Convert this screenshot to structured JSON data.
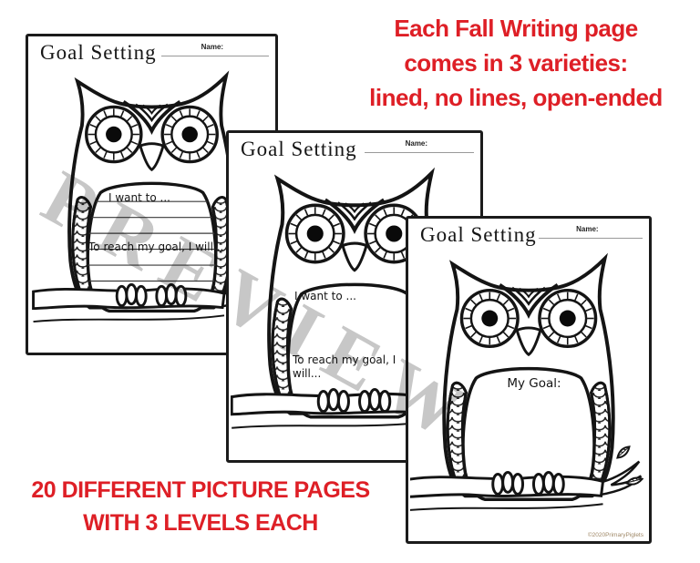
{
  "notes": {
    "top_lines": [
      "Each Fall Writing page",
      "comes in 3 varieties:",
      "lined, no lines, open-ended"
    ],
    "bottom_lines": [
      "20 DIFFERENT PICTURE PAGES",
      "WITH 3 LEVELS EACH"
    ],
    "color": "#de1f26"
  },
  "watermark": {
    "text": "PREVIEW",
    "color": "#c7c7c7"
  },
  "pages": [
    {
      "variant": "lined",
      "title": "Goal Setting",
      "name_label": "Name:",
      "prompts": [
        "I want to ...",
        "To reach my goal, I will..."
      ]
    },
    {
      "variant": "no lines",
      "title": "Goal Setting",
      "name_label": "Name:",
      "prompts": [
        "I want to ...",
        "To reach my goal, I will..."
      ]
    },
    {
      "variant": "open-ended",
      "title": "Goal Setting",
      "name_label": "Name:",
      "prompts": [
        "My Goal:"
      ],
      "copyright": "©2020PrimaryPiglets"
    }
  ]
}
